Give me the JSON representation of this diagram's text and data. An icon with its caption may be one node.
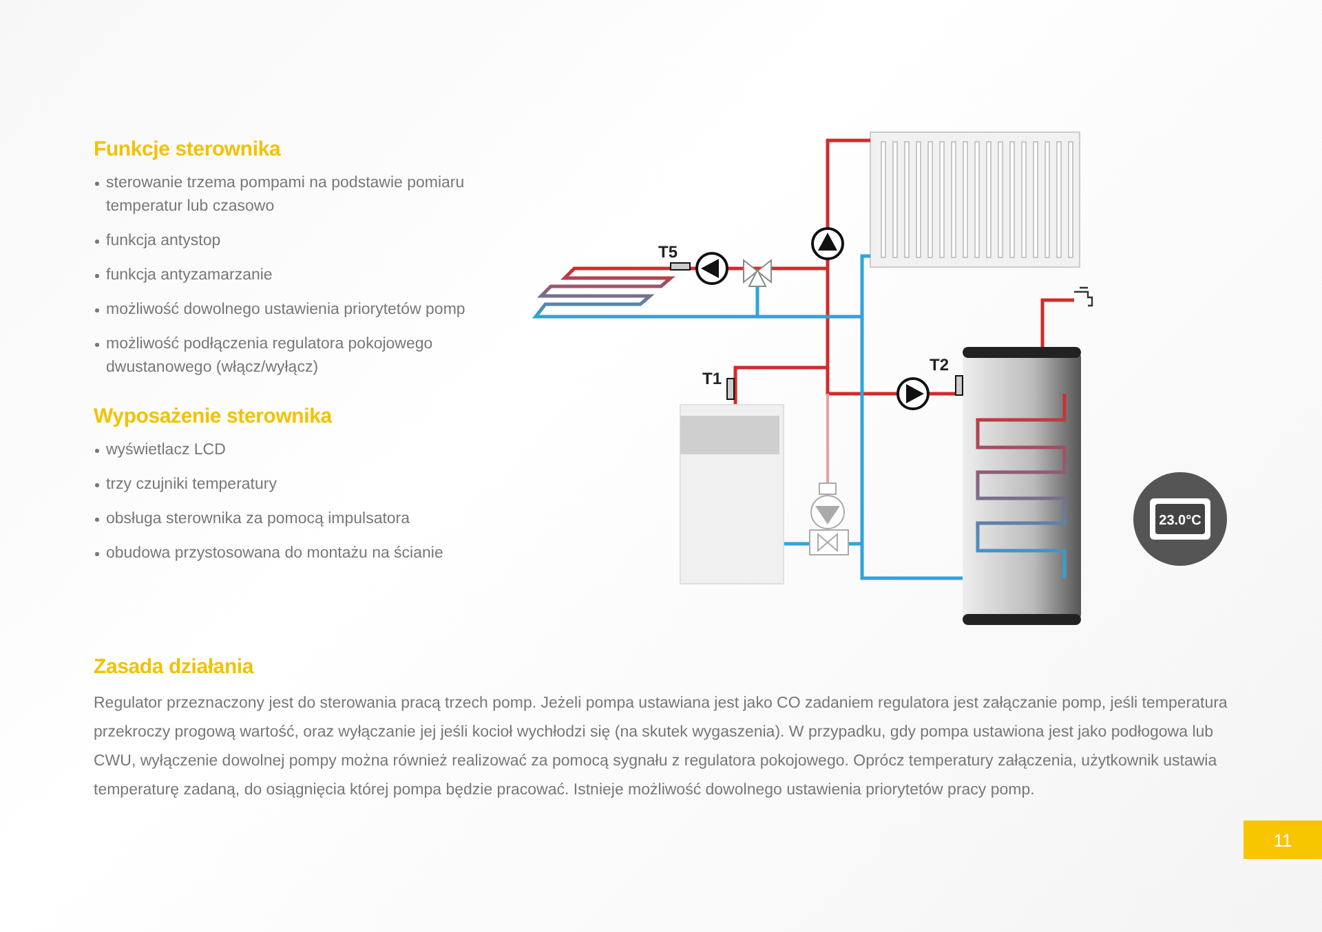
{
  "diagram": {
    "labels": [
      "Funkcje sterownika",
      "sterowanie trzema pompami na podstawie pomiaru temperatur lub czasowo",
      "funkcja antystop",
      "funkcja antyzamarzanie",
      "możliwość dowolnego ustawienia priorytetów pomp",
      "możliwość podłączenia regulatora pokojowego dwustanowego (włącz/wyłącz)",
      "Wyposażenie sterownika",
      "wyświetlacz LCD",
      "trzy czujniki temperatury",
      "obsługa sterownika za pomocą impulsatora",
      "obudowa przystosowana do montażu na ścianie",
      "T5",
      "T1",
      "T2",
      "23.0°C",
      "Zasada działania",
      "Regulator przeznaczony jest do sterowania pracą trzech pomp. Jeżeli pompa ustawiana jest jako CO zadaniem regulatora jest załączanie pomp, jeśli temperatura przekroczy progową wartość, oraz wyłączanie jej jeśli kocioł wychłodzi się (na skutek wygaszenia). W przypadku, gdy pompa ustawiona jest jako podłogowa lub CWU, wyłączenie dowolnej pompy można również realizować za pomocą sygnału z regulatora pokojowego. Oprócz temperatury załączenia, użytkownik ustawia temperaturę zadaną, do osiągnięcia której pompa będzie pracować. Istnieje możliwość dowolnego ustawienia priorytetów pracy pomp.",
      "11"
    ]
  }
}
